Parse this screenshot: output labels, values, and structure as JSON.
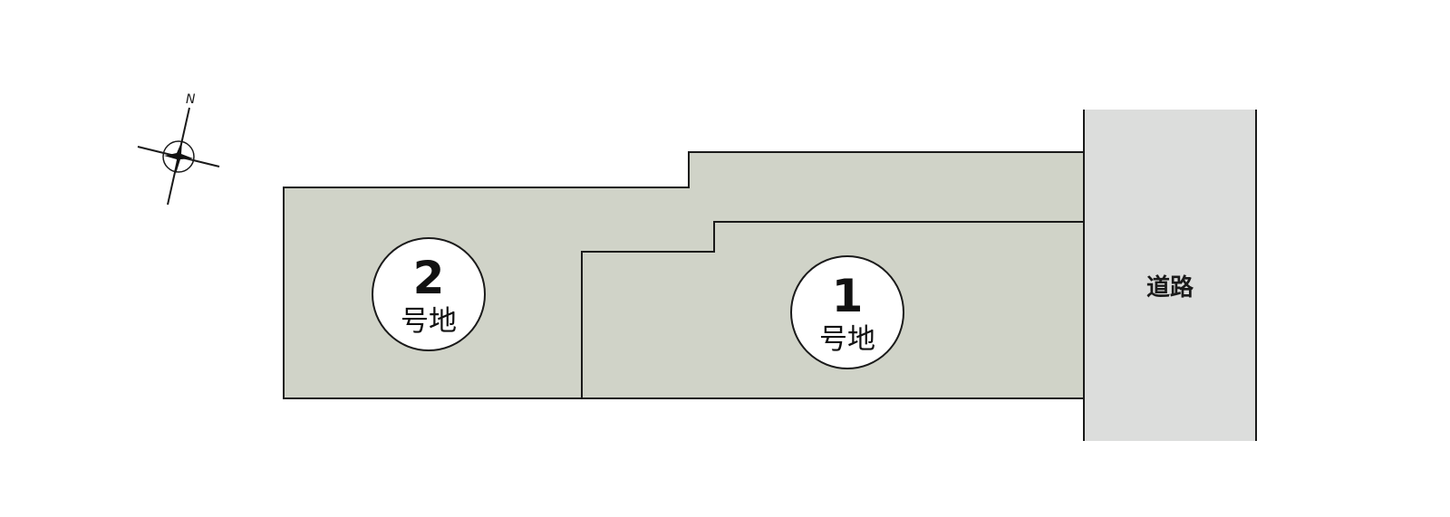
{
  "compass": {
    "north_label": "N",
    "icon": "compass-rose-icon"
  },
  "lots": [
    {
      "id": "lot-2",
      "number": "2",
      "suffix": "号地"
    },
    {
      "id": "lot-1",
      "number": "1",
      "suffix": "号地"
    }
  ],
  "road": {
    "label": "道路"
  },
  "colors": {
    "lot_fill": "#d0d3c8",
    "road_fill": "#dcdddc",
    "outline": "#1a1a1a"
  }
}
